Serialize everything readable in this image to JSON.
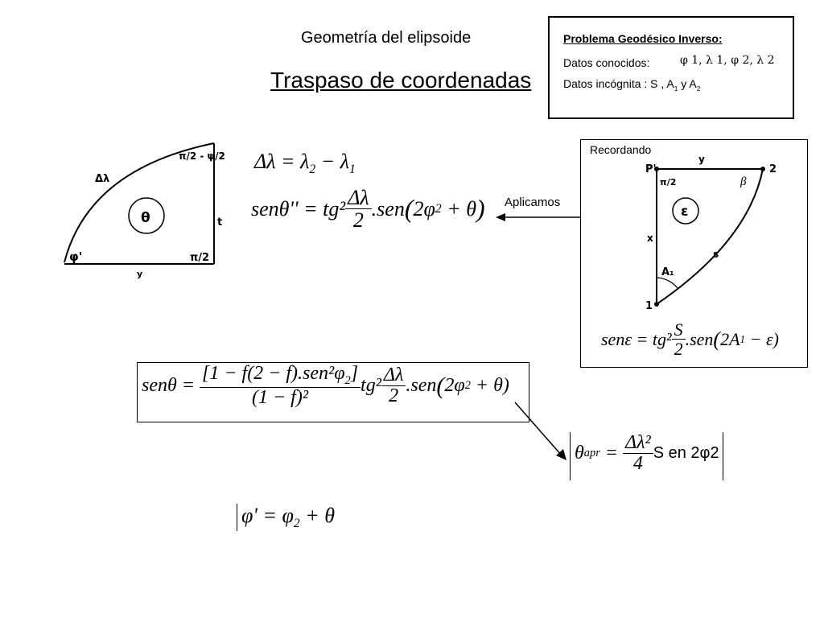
{
  "header": {
    "subtitle": "Geometría del elipsoide",
    "title": "Traspaso de coordenadas"
  },
  "problem": {
    "title": "Problema Geodésico Inverso:",
    "known_label": "Datos conocidos:",
    "known_values": "φ 1, λ 1, φ 2, λ 2",
    "unknown_label": "Datos incógnita : S , A",
    "unknown_sub1": "1",
    "unknown_and": " y  A",
    "unknown_sub2": "2"
  },
  "left_diagram": {
    "delta_lambda": "Δλ",
    "top_angle": "π/2 - ψ/2",
    "theta": "θ",
    "t": "t",
    "phi_prime": "φ'",
    "right_angle": "π/2",
    "y": "y"
  },
  "formulas": {
    "f1_lhs": "Δλ",
    "f1_rhs_a": "λ",
    "f1_sub_a": "2",
    "f1_rhs_b": "λ",
    "f1_sub_b": "1",
    "f2_lhs": "senθ''",
    "f2_tg": "tg²",
    "f2_num": "Δλ",
    "f2_den": "2",
    "f2_sen": ".sen",
    "f2_arg_a": "2φ",
    "f2_arg_sub": "2",
    "f2_arg_b": "+ θ",
    "main_lhs": "senθ",
    "main_num": "[1 − f(2 − f).sen²φ",
    "main_num_sub": "2",
    "main_num_end": "]",
    "main_den": "(1 − f)²",
    "main_tg": "tg²",
    "main_frac_num": "Δλ",
    "main_frac_den": "2",
    "main_sen": ".sen",
    "main_arg": "2φ",
    "main_arg_sub": "2",
    "main_arg_end": "+ θ)",
    "apr_lhs": "θ",
    "apr_sub": "apr",
    "apr_num": "Δλ²",
    "apr_den": "4",
    "apr_rhs": "S en 2φ2",
    "phi_lhs": "φ'",
    "phi_rhs": "φ",
    "phi_sub": "2",
    "phi_end": "+ θ"
  },
  "aplicamos": "Aplicamos",
  "recordando": {
    "title": "Recordando",
    "p_prime": "P'",
    "y": "y",
    "two": "2",
    "beta": "β",
    "half_pi": "π/2",
    "epsilon": "ε",
    "x": "x",
    "s": "s",
    "a1": "A₁",
    "one": "1",
    "f_lhs": "senε",
    "f_tg": "tg²",
    "f_num": "S",
    "f_den": "2",
    "f_sen": ".sen",
    "f_arg": "2A",
    "f_arg_sub": "1",
    "f_arg_end": "− ε)"
  }
}
